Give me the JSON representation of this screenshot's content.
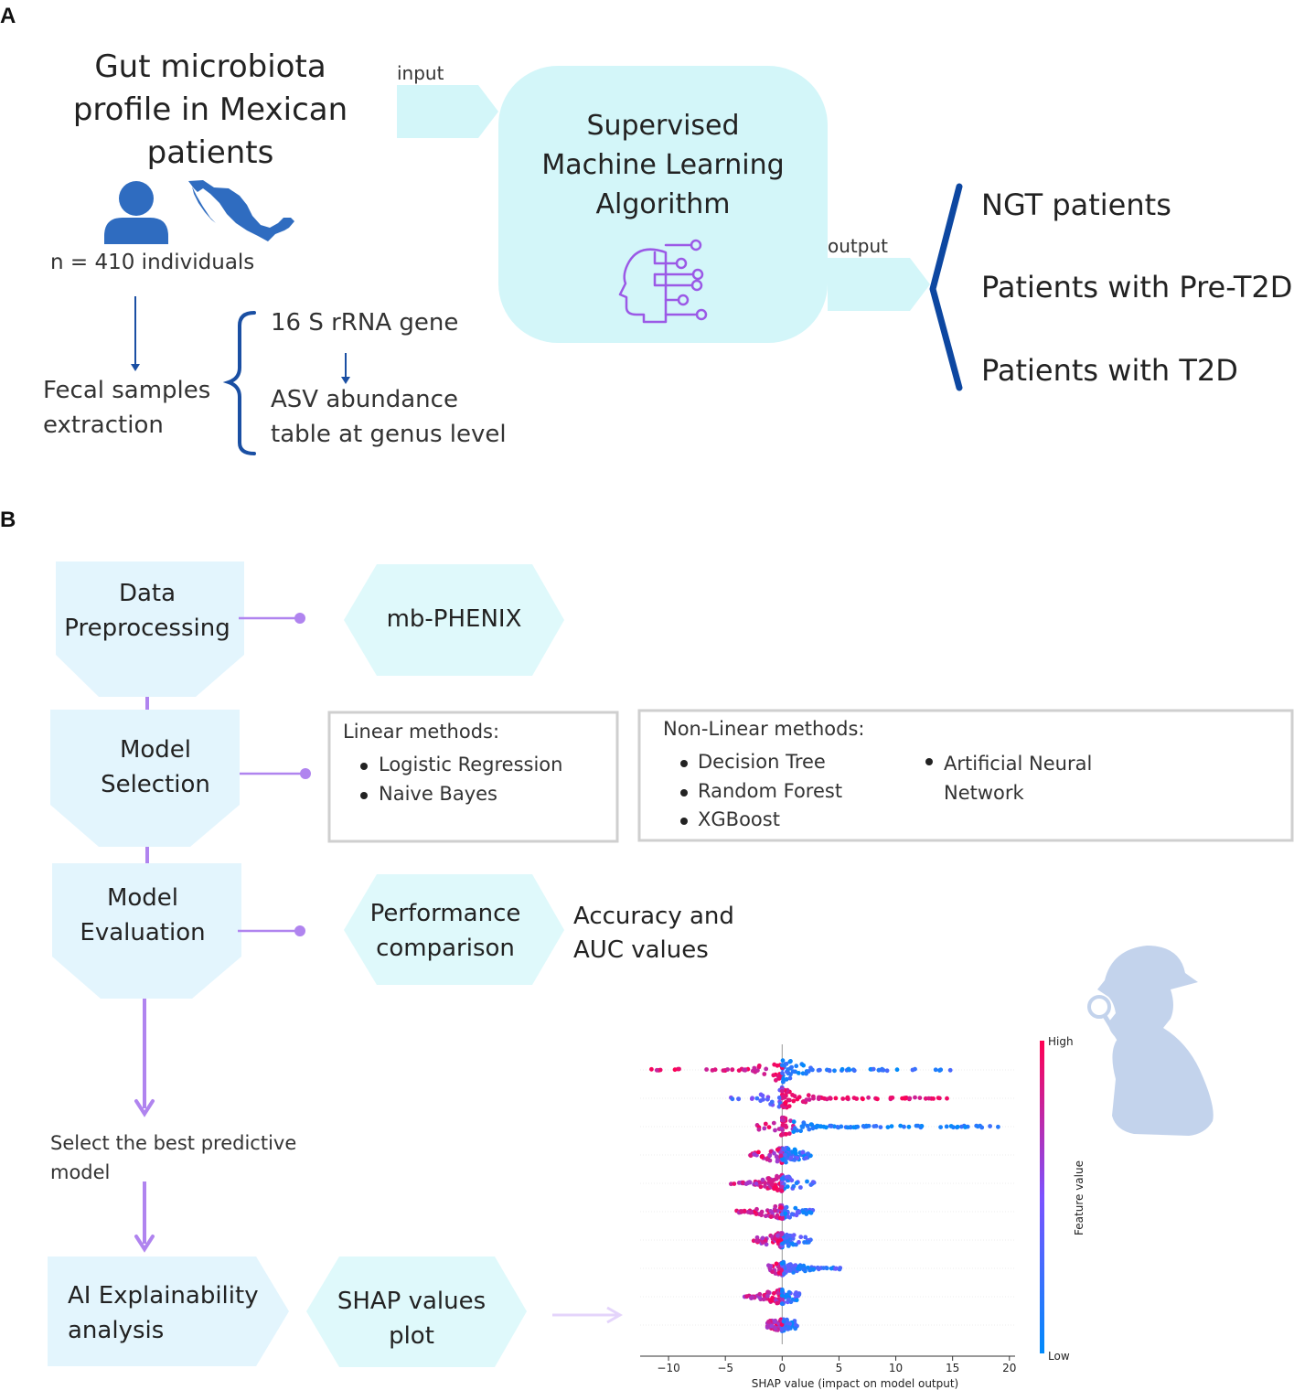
{
  "panel_a": {
    "label": "A",
    "title_lines": [
      "Gut microbiota",
      "profile in Mexican",
      "patients"
    ],
    "n_individuals": "n = 410 individuals",
    "fecal_lines": [
      "Fecal samples",
      "extraction"
    ],
    "gene": "16 S rRNA gene",
    "asv_lines": [
      "ASV abundance",
      "table at genus level"
    ],
    "input_label": "input",
    "output_label": "output",
    "algorithm_lines": [
      "Supervised",
      "Machine Learning",
      "Algorithm"
    ],
    "outputs": [
      "NGT patients",
      "Patients with Pre-T2D",
      "Patients with T2D"
    ],
    "icons": [
      "person-icon",
      "mexico-map-icon",
      "ai-head-icon"
    ]
  },
  "panel_b": {
    "label": "B",
    "steps": [
      {
        "lines": [
          "Data",
          "Preprocessing"
        ]
      },
      {
        "lines": [
          "Model",
          "Selection"
        ]
      },
      {
        "lines": [
          "Model",
          "Evaluation"
        ]
      },
      {
        "lines": [
          "AI Explainability",
          "analysis"
        ]
      }
    ],
    "mb_phenix": "mb-PHENIX",
    "linear_title": "Linear methods:",
    "linear_items": [
      "Logistic Regression",
      "Naive Bayes"
    ],
    "nonlinear_title": "Non-Linear methods:",
    "nonlinear_items_left": [
      "Decision Tree",
      "Random Forest",
      "XGBoost"
    ],
    "nonlinear_items_right": [
      "Artificial Neural",
      "Network"
    ],
    "performance_lines": [
      "Performance",
      "comparison"
    ],
    "accuracy_lines": [
      "Accuracy and",
      "AUC values"
    ],
    "select_lines": [
      "Select the best predictive",
      "model"
    ],
    "shap_box_lines": [
      "SHAP values",
      "plot"
    ],
    "detective_icon": "detective-silhouette-icon"
  },
  "chart_data": {
    "type": "scatter",
    "xlabel": "SHAP value (impact on model output)",
    "xlim": [
      -12.5,
      20.5
    ],
    "xticks": [
      -10,
      -5,
      0,
      5,
      10,
      15,
      20
    ],
    "colorbar": {
      "label": "Feature value",
      "high": "High",
      "low": "Low",
      "high_color": "#ff0052",
      "low_color": "#008bfb"
    },
    "rows": [
      {
        "min": -11.5,
        "max": 14.8,
        "spread": 1.6
      },
      {
        "min": -4.5,
        "max": 14.5,
        "spread": 1.4
      },
      {
        "min": -2.2,
        "max": 19.0,
        "spread": 1.2
      },
      {
        "min": -2.8,
        "max": 2.5,
        "spread": 1.0
      },
      {
        "min": -4.5,
        "max": 2.8,
        "spread": 1.0
      },
      {
        "min": -4.0,
        "max": 2.7,
        "spread": 0.9
      },
      {
        "min": -2.5,
        "max": 2.5,
        "spread": 0.9
      },
      {
        "min": -1.2,
        "max": 5.1,
        "spread": 0.8
      },
      {
        "min": -3.3,
        "max": 1.5,
        "spread": 0.9
      },
      {
        "min": -1.3,
        "max": 1.3,
        "spread": 0.7
      }
    ]
  }
}
